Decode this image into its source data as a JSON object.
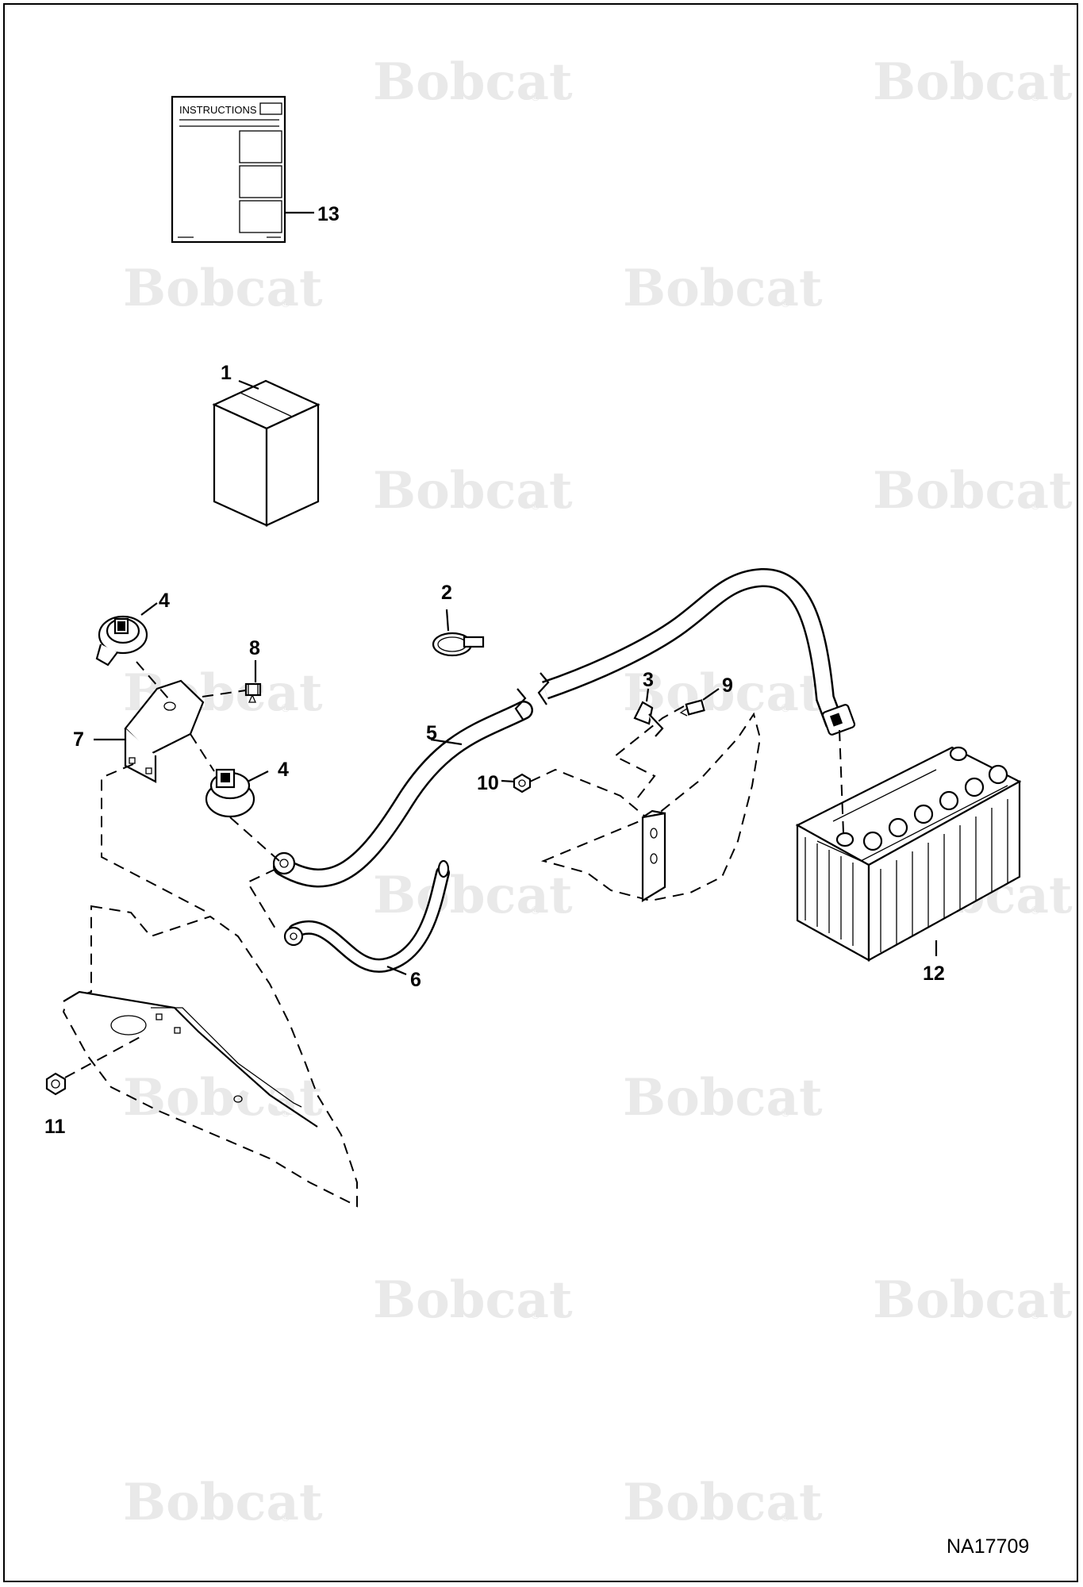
{
  "watermark": {
    "brand": "Bobcat",
    "mark": "®"
  },
  "instructions": {
    "title": "INSTRUCTIONS"
  },
  "callouts": [
    {
      "id": "13",
      "label": "13"
    },
    {
      "id": "1",
      "label": "1"
    },
    {
      "id": "2",
      "label": "2"
    },
    {
      "id": "4a",
      "label": "4"
    },
    {
      "id": "8",
      "label": "8"
    },
    {
      "id": "7",
      "label": "7"
    },
    {
      "id": "4b",
      "label": "4"
    },
    {
      "id": "5",
      "label": "5"
    },
    {
      "id": "3",
      "label": "3"
    },
    {
      "id": "9",
      "label": "9"
    },
    {
      "id": "10",
      "label": "10"
    },
    {
      "id": "6",
      "label": "6"
    },
    {
      "id": "12",
      "label": "12"
    },
    {
      "id": "11",
      "label": "11"
    }
  ],
  "drawing_ref": "NA17709",
  "colors": {
    "line": "#000000",
    "background": "#ffffff",
    "watermark": "#e9e9e9"
  }
}
